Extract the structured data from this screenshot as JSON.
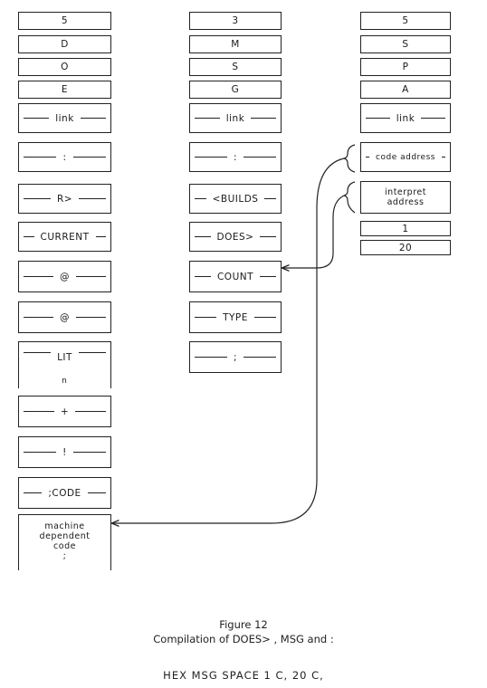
{
  "col1": {
    "cells": [
      "5",
      "D",
      "O",
      "E",
      "link",
      ":",
      "R>",
      "CURRENT",
      "@",
      "@",
      "LIT",
      "+",
      "!",
      ";CODE"
    ],
    "lit_operand": "n",
    "machine_code": [
      "machine",
      "dependent",
      "code",
      ";"
    ]
  },
  "col2": {
    "cells": [
      "3",
      "M",
      "S",
      "G",
      "link",
      ":",
      "<BUILDS",
      "DOES>",
      "COUNT",
      "TYPE",
      ";"
    ]
  },
  "col3": {
    "cells": [
      "5",
      "S",
      "P",
      "A",
      "link",
      "code address"
    ],
    "interpret": [
      "interpret",
      "address"
    ],
    "values": [
      "1",
      "20"
    ]
  },
  "figure_title": "Figure 12",
  "figure_caption": "Compilation of DOES> , MSG and :",
  "command_line": "HEX MSG SPACE 1 C, 20 C,"
}
